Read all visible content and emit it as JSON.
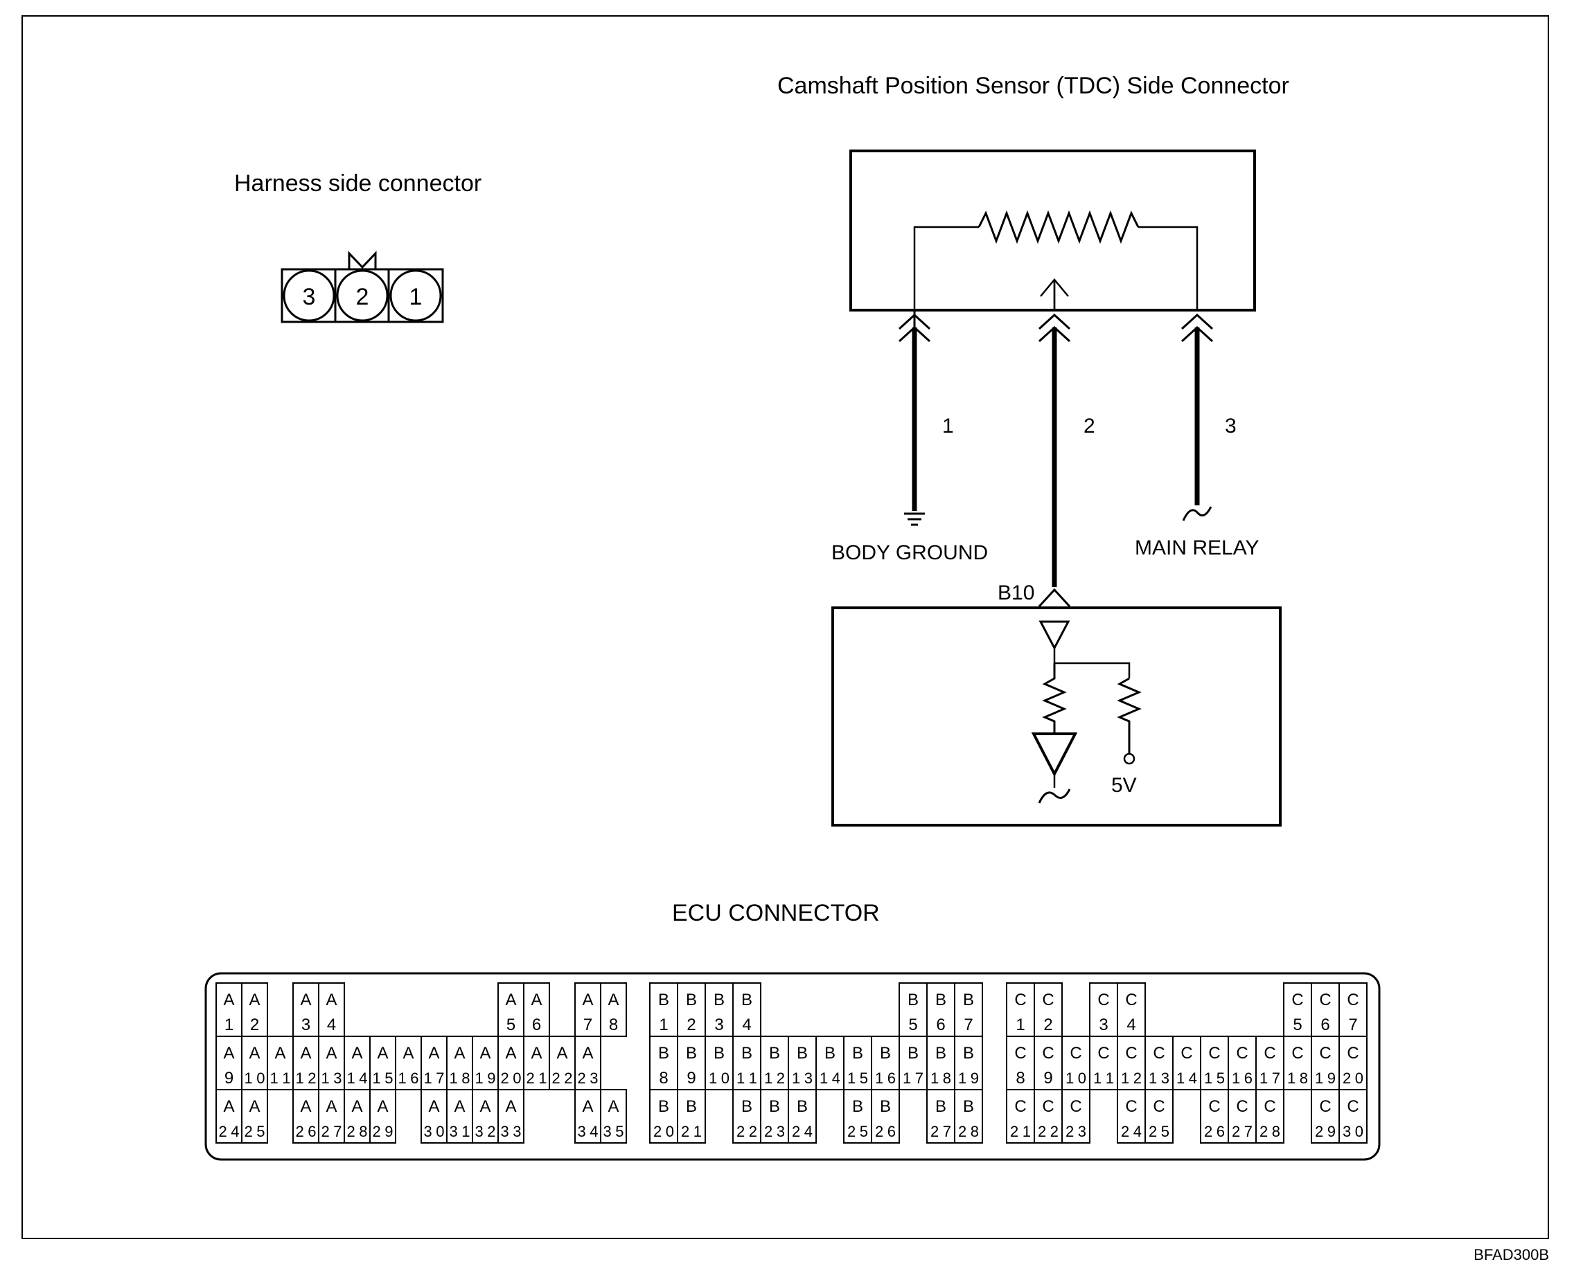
{
  "harness": {
    "title": "Harness side connector",
    "pins": [
      "3",
      "2",
      "1"
    ]
  },
  "sensor": {
    "title": "Camshaft Position Sensor (TDC) Side Connector",
    "pin_labels": [
      "1",
      "2",
      "3"
    ],
    "body_ground": "BODY GROUND",
    "main_relay": "MAIN RELAY",
    "ecu_terminal": "B10",
    "supply": "5V"
  },
  "ecu": {
    "title": "ECU CONNECTOR",
    "blocks": [
      {
        "letter": "A",
        "rows": [
          [
            [
              1,
              0
            ],
            [
              2,
              1
            ],
            [
              3,
              3
            ],
            [
              4,
              4
            ],
            [
              5,
              11
            ],
            [
              6,
              12
            ],
            [
              7,
              14
            ],
            [
              8,
              15
            ]
          ],
          [
            [
              9,
              0
            ],
            [
              10,
              1
            ],
            [
              11,
              2
            ],
            [
              12,
              3
            ],
            [
              13,
              4
            ],
            [
              14,
              5
            ],
            [
              15,
              6
            ],
            [
              16,
              7
            ],
            [
              17,
              8
            ],
            [
              18,
              9
            ],
            [
              19,
              10
            ],
            [
              20,
              11
            ],
            [
              21,
              12
            ],
            [
              22,
              13
            ],
            [
              23,
              14
            ]
          ],
          [
            [
              24,
              0
            ],
            [
              25,
              1
            ],
            [
              26,
              3
            ],
            [
              27,
              4
            ],
            [
              28,
              5
            ],
            [
              29,
              6
            ],
            [
              30,
              8
            ],
            [
              31,
              9
            ],
            [
              32,
              10
            ],
            [
              33,
              11
            ],
            [
              34,
              14
            ],
            [
              35,
              15
            ]
          ]
        ],
        "cols": 16
      },
      {
        "letter": "B",
        "rows": [
          [
            [
              1,
              0
            ],
            [
              2,
              1
            ],
            [
              3,
              2
            ],
            [
              4,
              3
            ],
            [
              5,
              9
            ],
            [
              6,
              10
            ],
            [
              7,
              11
            ]
          ],
          [
            [
              8,
              0
            ],
            [
              9,
              1
            ],
            [
              10,
              2
            ],
            [
              11,
              3
            ],
            [
              12,
              4
            ],
            [
              13,
              5
            ],
            [
              14,
              6
            ],
            [
              15,
              7
            ],
            [
              16,
              8
            ],
            [
              17,
              9
            ],
            [
              18,
              10
            ],
            [
              19,
              11
            ]
          ],
          [
            [
              20,
              0
            ],
            [
              21,
              1
            ],
            [
              22,
              3
            ],
            [
              23,
              4
            ],
            [
              24,
              5
            ],
            [
              25,
              7
            ],
            [
              26,
              8
            ],
            [
              27,
              10
            ],
            [
              28,
              11
            ]
          ]
        ],
        "cols": 12
      },
      {
        "letter": "C",
        "rows": [
          [
            [
              1,
              0
            ],
            [
              2,
              1
            ],
            [
              3,
              3
            ],
            [
              4,
              4
            ],
            [
              5,
              10
            ],
            [
              6,
              11
            ],
            [
              7,
              12
            ]
          ],
          [
            [
              8,
              0
            ],
            [
              9,
              1
            ],
            [
              10,
              2
            ],
            [
              11,
              3
            ],
            [
              12,
              4
            ],
            [
              13,
              5
            ],
            [
              14,
              6
            ],
            [
              15,
              7
            ],
            [
              16,
              8
            ],
            [
              17,
              9
            ],
            [
              18,
              10
            ],
            [
              19,
              11
            ],
            [
              20,
              12
            ]
          ],
          [
            [
              21,
              0
            ],
            [
              22,
              1
            ],
            [
              23,
              2
            ],
            [
              24,
              4
            ],
            [
              25,
              5
            ],
            [
              26,
              7
            ],
            [
              27,
              8
            ],
            [
              28,
              9
            ],
            [
              29,
              11
            ],
            [
              30,
              12
            ]
          ]
        ],
        "cols": 13
      }
    ]
  },
  "figure_code": "BFAD300B"
}
